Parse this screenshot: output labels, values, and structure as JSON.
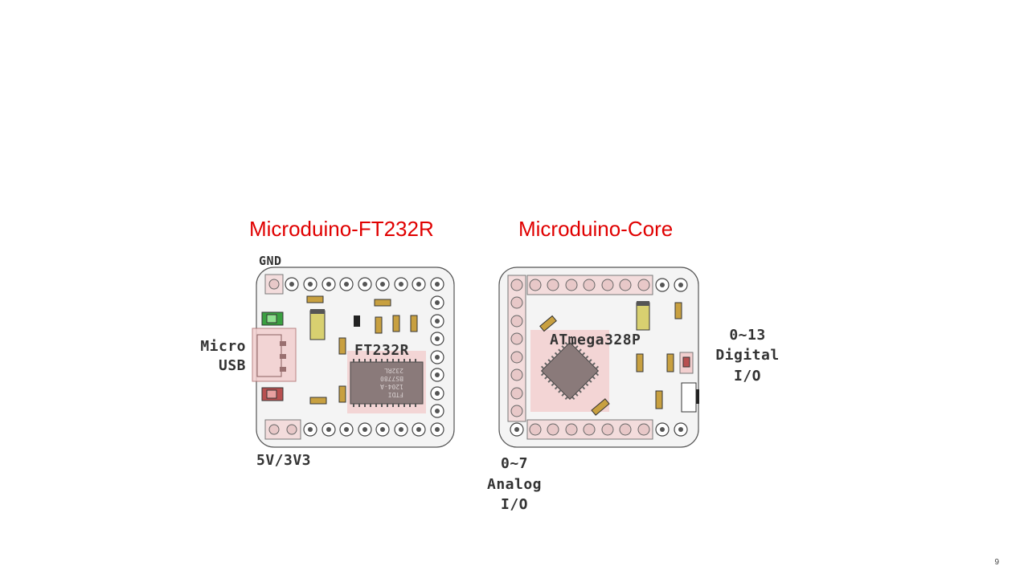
{
  "slide": {
    "page_number": "9",
    "boards": [
      {
        "title": "Microduino-FT232R",
        "chip_label": "FT232R",
        "chip_marking": [
          "FTDI",
          "1204-A",
          "BS7780",
          "232RL"
        ],
        "labels": {
          "gnd": "GND",
          "usb_line1": "Micro",
          "usb_line2": "USB",
          "power": "5V/3V3"
        }
      },
      {
        "title": "Microduino-Core",
        "chip_label": "ATmega328P",
        "labels": {
          "digital_line1": "0~13",
          "digital_line2": "Digital",
          "digital_line3": "I/O",
          "analog_line1": "0~7",
          "analog_line2": "Analog",
          "analog_line3": "I/O"
        }
      }
    ]
  },
  "colors": {
    "title": "#e00000",
    "label": "#333333",
    "board_fill": "#f4f4f4",
    "board_stroke": "#555555",
    "highlight": "#f2cfcf",
    "chip": "#8a7a7a"
  }
}
